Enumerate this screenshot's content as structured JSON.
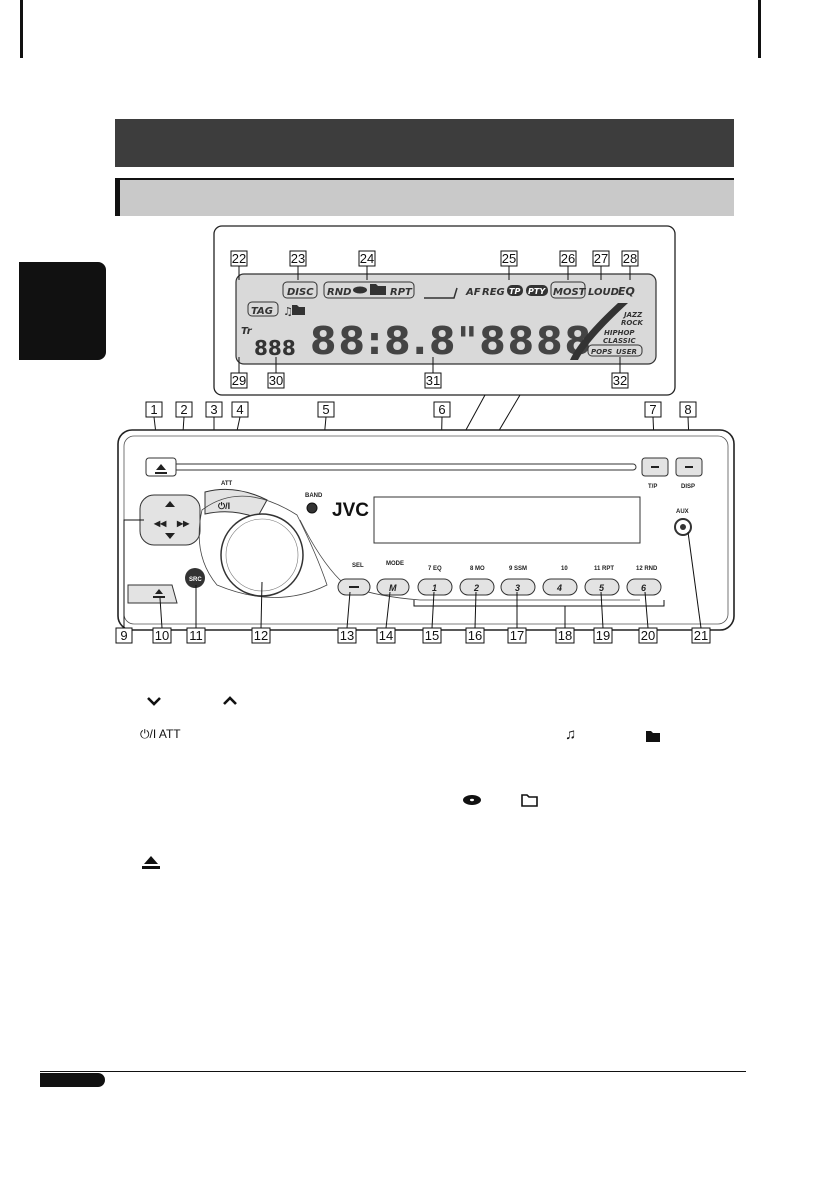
{
  "lcd": {
    "tag": "TAG",
    "disc": "DISC",
    "rnd": "RND",
    "rpt": "RPT",
    "af": "AF",
    "reg": "REG",
    "tp": "TP",
    "pty": "PTY",
    "most": "MOST",
    "loud": "LOUD",
    "eq": "EQ",
    "tr": "Tr",
    "jazz": "JAZZ",
    "rock": "ROCK",
    "hiphop": "HIPHOP",
    "classic": "CLASSIC",
    "pops": "POPS",
    "user": "USER"
  },
  "unit": {
    "brand": "JVC",
    "att": "ATT",
    "band": "BAND",
    "aux": "AUX",
    "tp_label": "T/P",
    "disp_label": "DISP",
    "sel": "SEL",
    "mode": "MODE",
    "src": "SRC",
    "m_button": "M",
    "preset_buttons": [
      "1",
      "2",
      "3",
      "4",
      "5",
      "6"
    ],
    "preset_labels": [
      "7 EQ",
      "8 MO",
      "9 SSM",
      "10",
      "11 RPT",
      "12 RND"
    ]
  },
  "callouts_top": [
    "22",
    "23",
    "24",
    "25",
    "26",
    "27",
    "28"
  ],
  "callouts_bottom_lcd": [
    "29",
    "30",
    "31",
    "32"
  ],
  "callouts_unit_top": [
    "1",
    "2",
    "3",
    "4",
    "5",
    "6",
    "7",
    "8"
  ],
  "callouts_unit_bottom": [
    "9",
    "10",
    "11",
    "12",
    "13",
    "14",
    "15",
    "16",
    "17",
    "18",
    "19",
    "20",
    "21"
  ],
  "legend": {
    "power_att": "ATT"
  },
  "icons": [
    "down-chevron-icon",
    "up-chevron-icon",
    "power-icon",
    "music-note-icon",
    "folder-icon",
    "disc-icon",
    "folder-icon-2",
    "eject-icon"
  ]
}
